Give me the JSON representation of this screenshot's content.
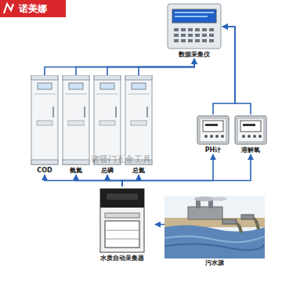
{
  "diagram": {
    "nodes": [
      {
        "text": [
          "数据采集仪"
        ]
      },
      {
        "text": [
          "COD"
        ]
      },
      {
        "text": [
          "氨氮"
        ]
      },
      {
        "text": [
          "总磷"
        ]
      },
      {
        "text": [
          "总氮"
        ]
      },
      {
        "text": [
          "PH计"
        ]
      },
      {
        "text": [
          "溶解氧"
        ]
      },
      {
        "text": [
          "水质自动采集器"
        ]
      },
      {
        "text": [
          "污水源"
        ]
      }
    ],
    "edges": [
      {
        "from": 7,
        "to": 1,
        "arrow": "to"
      },
      {
        "from": 7,
        "to": 2,
        "arrow": "to"
      },
      {
        "from": 7,
        "to": 3,
        "arrow": "to"
      },
      {
        "from": 7,
        "to": 4,
        "arrow": "to"
      },
      {
        "from": 7,
        "to": 5,
        "arrow": "to"
      },
      {
        "from": 7,
        "to": 6,
        "arrow": "to"
      },
      {
        "from": 1,
        "to": 0,
        "arrow": "to"
      },
      {
        "from": 2,
        "to": 0,
        "arrow": "to"
      },
      {
        "from": 3,
        "to": 0,
        "arrow": "to"
      },
      {
        "from": 4,
        "to": 0,
        "arrow": "to"
      },
      {
        "from": 5,
        "to": 0,
        "arrow": "to"
      },
      {
        "from": 6,
        "to": 0,
        "arrow": "to"
      },
      {
        "from": 8,
        "to": 7,
        "arrow": "to"
      }
    ],
    "labels": [
      "诺美娜",
      "诸暨门五金工具"
    ]
  }
}
